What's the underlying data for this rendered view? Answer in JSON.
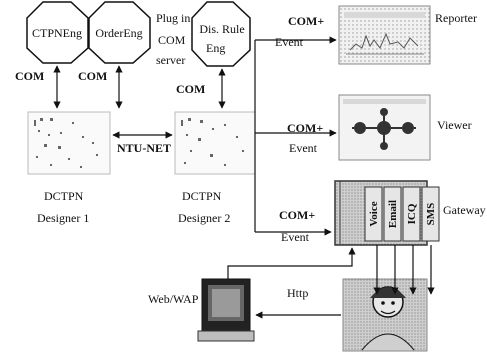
{
  "nodes": {
    "ctpn_eng": "CTPNEng",
    "order_eng": "OrderEng",
    "dis_rule_eng_line1": "Dis. Rule",
    "dis_rule_eng_line2": "Eng",
    "plug_in_label_line1": "Plug in",
    "plug_in_label_line2": "COM",
    "plug_in_label_line3": "server",
    "reporter": "Reporter",
    "viewer": "Viewer",
    "gateway": "Gateway",
    "designer1_line1": "DCTPN",
    "designer1_line2": "Designer 1",
    "designer2_line1": "DCTPN",
    "designer2_line2": "Designer 2",
    "web_wap": "Web/WAP"
  },
  "edges": {
    "com_left": "COM",
    "com_middle": "COM",
    "com_right": "COM",
    "ntu_net": "NTU-NET",
    "com_plus_event_reporter_line1": "COM+",
    "com_plus_event_reporter_line2": "Event",
    "com_plus_event_viewer_line1": "COM+",
    "com_plus_event_viewer_line2": "Event",
    "com_plus_event_gateway_line1": "COM+",
    "com_plus_event_gateway_line2": "Event",
    "http": "Http"
  },
  "gateway_channels": [
    "Voice",
    "Email",
    "ICQ",
    "SMS"
  ]
}
